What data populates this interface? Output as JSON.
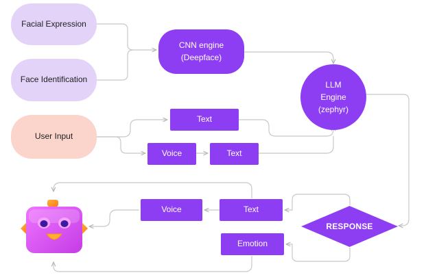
{
  "nodes": {
    "facial_expression": "Facial Expression",
    "face_identification": "Face Identification",
    "user_input": "User Input",
    "cnn_line1": "CNN engine",
    "cnn_line2": "(Deepface)",
    "text_top": "Text",
    "voice_in": "Voice",
    "text_mid": "Text",
    "llm_line1": "LLM",
    "llm_line2": "Engine",
    "llm_line3": "(zephyr)",
    "response": "RESPONSE",
    "text_out": "Text",
    "voice_out": "Voice",
    "emotion_out": "Emotion"
  },
  "colors": {
    "lavender": "#e4d3f8",
    "pink": "#fbd5cc",
    "purple": "#8e3ef2",
    "connector": "#c8c8c8"
  },
  "icons": {
    "robot": "robot-mascot-icon"
  }
}
